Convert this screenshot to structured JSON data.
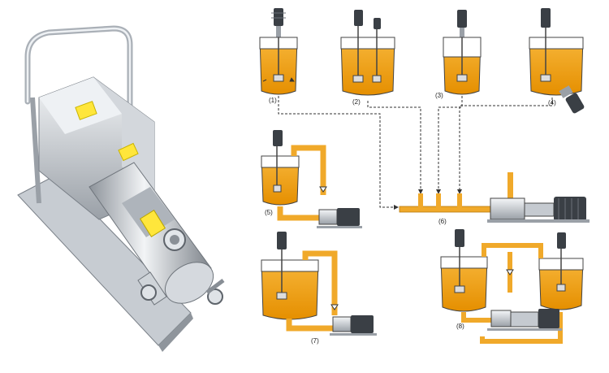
{
  "diagram": {
    "colors": {
      "liquid": "#f5a623",
      "liquid_dark": "#e08a00",
      "pipe": "#f0a92a",
      "steel_light": "#e9ecef",
      "steel_mid": "#b7bdc4",
      "steel_dark": "#5b6168",
      "motor": "#3a3f45",
      "line": "#333333",
      "warning_label": "#ffe63b"
    },
    "labels": {
      "c1": "(1)",
      "c2": "(2)",
      "c3": "(3)",
      "c4": "(4)",
      "c5": "(5)",
      "c6": "(6)",
      "c7": "(7)",
      "c8": "(8)"
    }
  }
}
